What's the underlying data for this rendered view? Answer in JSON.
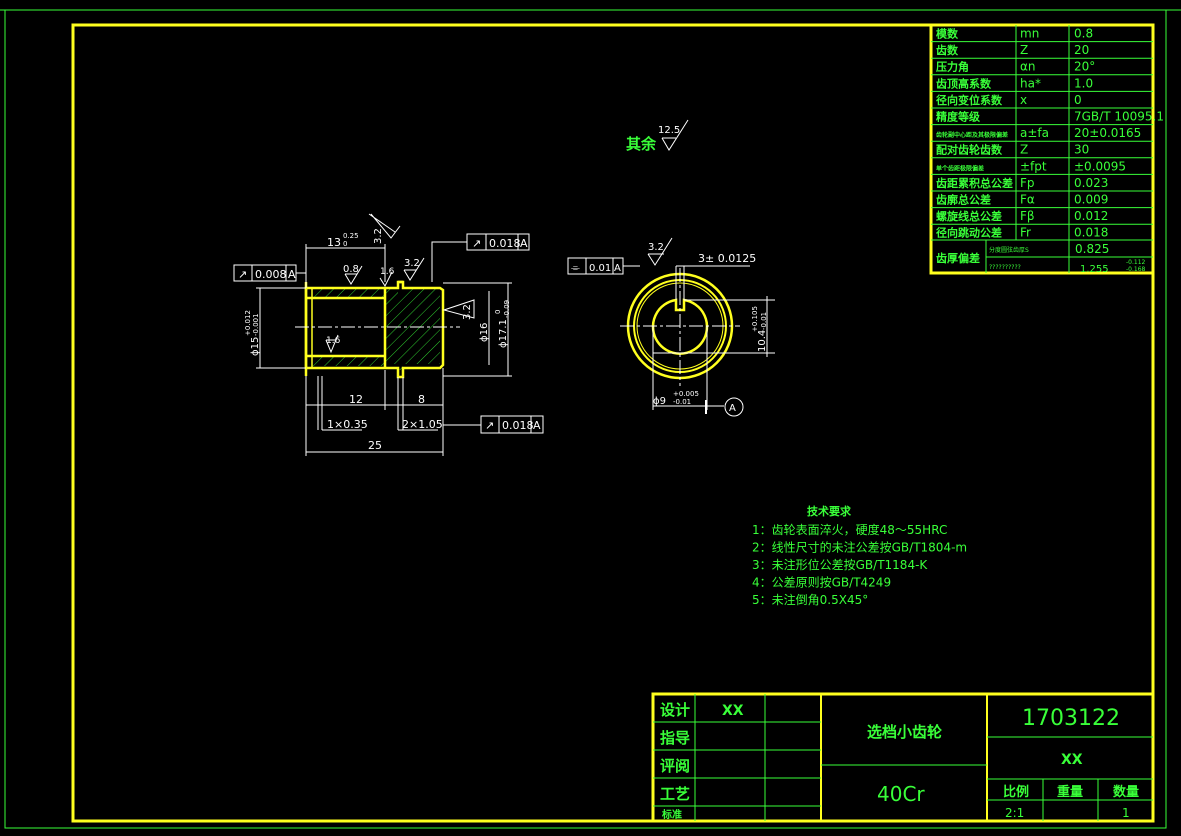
{
  "colors": {
    "background": "#000000",
    "frame": "#ffff1e",
    "text": "#39ff39",
    "dimension": "#ffffff",
    "outline": "#ffff1e"
  },
  "gear_table": [
    {
      "name": "模数",
      "symbol": "mn",
      "value": "0.8"
    },
    {
      "name": "齿数",
      "symbol": "Z",
      "value": "20"
    },
    {
      "name": "压力角",
      "symbol": "αn",
      "value": "20°"
    },
    {
      "name": "齿顶高系数",
      "symbol": "ha*",
      "value": "1.0"
    },
    {
      "name": "径向变位系数",
      "symbol": "x",
      "value": "0"
    },
    {
      "name": "精度等级",
      "symbol": "",
      "value": "7GB/T 10095.1"
    },
    {
      "name": "齿轮副中心距及其极限偏差",
      "symbol": "a±fa",
      "value": "20±0.0165"
    },
    {
      "name": "配对齿轮齿数",
      "symbol": "Z",
      "value": "30"
    },
    {
      "name": "单个齿距极限偏差",
      "symbol": "±fpt",
      "value": "±0.0095"
    },
    {
      "name": "齿距累积总公差",
      "symbol": "Fp",
      "value": "0.023"
    },
    {
      "name": "齿廓总公差",
      "symbol": "Fα",
      "value": "0.009"
    },
    {
      "name": "螺旋线总公差",
      "symbol": "Fβ",
      "value": "0.012"
    },
    {
      "name": "径向跳动公差",
      "symbol": "Fr",
      "value": "0.018"
    }
  ],
  "tooth_thickness": {
    "name": "齿厚偏差",
    "sub1": "分度圆弦齿厚S",
    "sub2": "??????????",
    "val1": "0.825",
    "val2": "1.255",
    "tol_upper": "-0.112",
    "tol_lower": "-0.168"
  },
  "surface_rest": {
    "label": "其余",
    "value": "12.5"
  },
  "section_view": {
    "len_13": "13",
    "len_13_tol_up": "0.25",
    "len_13_tol_low": "0",
    "rough_32a": "3.2",
    "rough_08": "0.8",
    "rough_16a": "1.6",
    "rough_32b": "3.2",
    "rough_32c": "3.2",
    "rough_16b": "1.6",
    "gtol_left": "0.008",
    "gtol_top": "0.018",
    "gtol_bottom": "0.018",
    "datum": "A",
    "runout_sym": "↗",
    "dia_left": "ϕ15",
    "dia_left_tol_up": "+0.012",
    "dia_left_tol_low": "-0.001",
    "dia_16": "ϕ16",
    "dia_171": "ϕ17.1",
    "dia_171_tol_up": "0",
    "dia_171_tol_low": "-0.09",
    "dim_12": "12",
    "dim_8": "8",
    "chamfer1": "1×0.35",
    "chamfer2": "2×1.05",
    "dim_25": "25"
  },
  "end_view": {
    "flat_tol": "0.01",
    "datum": "A",
    "rough": "3.2",
    "key_width": "3± 0.0125",
    "key_depth": "10.4",
    "key_depth_tol_up": "+0.105",
    "key_depth_tol_low": "-0.01",
    "bore": "ϕ9",
    "bore_tol_up": "+0.005",
    "bore_tol_low": "-0.01",
    "datum_label": "A"
  },
  "tech_req": {
    "title": "技术要求",
    "items": [
      "1：齿轮表面淬火，硬度48～55HRC",
      "2：线性尺寸的未注公差按GB/T1804-m",
      "3：未注形位公差按GB/T1184-K",
      "4：公差原则按GB/T4249",
      "5：未注倒角0.5X45°"
    ]
  },
  "title_block": {
    "roles": [
      "设计",
      "指导",
      "评阅",
      "工艺",
      "标准"
    ],
    "designer": "XX",
    "part_name": "选档小齿轮",
    "drawing_no": "1703122",
    "org": "XX",
    "material": "40Cr",
    "scale_label": "比例",
    "weight_label": "重量",
    "qty_label": "数量",
    "scale": "2:1",
    "qty": "1"
  }
}
